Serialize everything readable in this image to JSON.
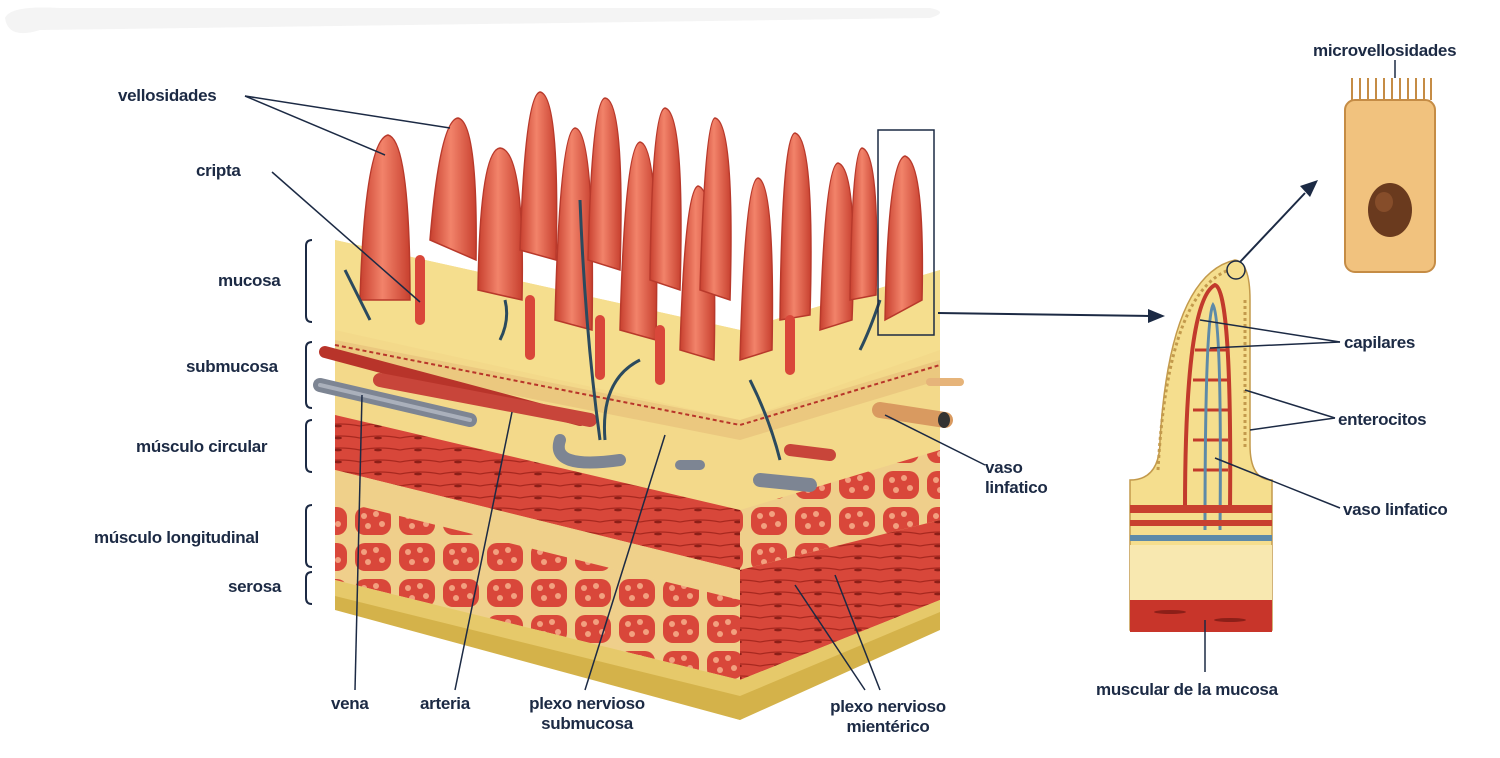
{
  "labels": {
    "vellosidades": "vellosidades",
    "cripta": "cripta",
    "mucosa": "mucosa",
    "submucosa": "submucosa",
    "musculo_circular": "músculo circular",
    "musculo_longitudinal": "músculo longitudinal",
    "serosa": "serosa",
    "vena": "vena",
    "arteria": "arteria",
    "plexo_submucosa_line1": "plexo nervioso",
    "plexo_submucosa_line2": "submucosa",
    "plexo_mienterico_line1": "plexo nervioso",
    "plexo_mienterico_line2": "mientérico",
    "vaso_linfatico_line1": "vaso",
    "vaso_linfatico_line2": "linfatico",
    "microvellosidades": "microvellosidades",
    "capilares": "capilares",
    "enterocitos": "enterocitos",
    "vaso_linfatico_detail": "vaso linfatico",
    "muscular_de_la_mucosa": "muscular de la mucosa"
  },
  "colors": {
    "villus": "#e2553f",
    "villus_highlight": "#f19a80",
    "mucosa_fill": "#f3d98a",
    "muscle": "#c8352a",
    "vein": "#7d8593",
    "label_text": "#1c2a44"
  }
}
